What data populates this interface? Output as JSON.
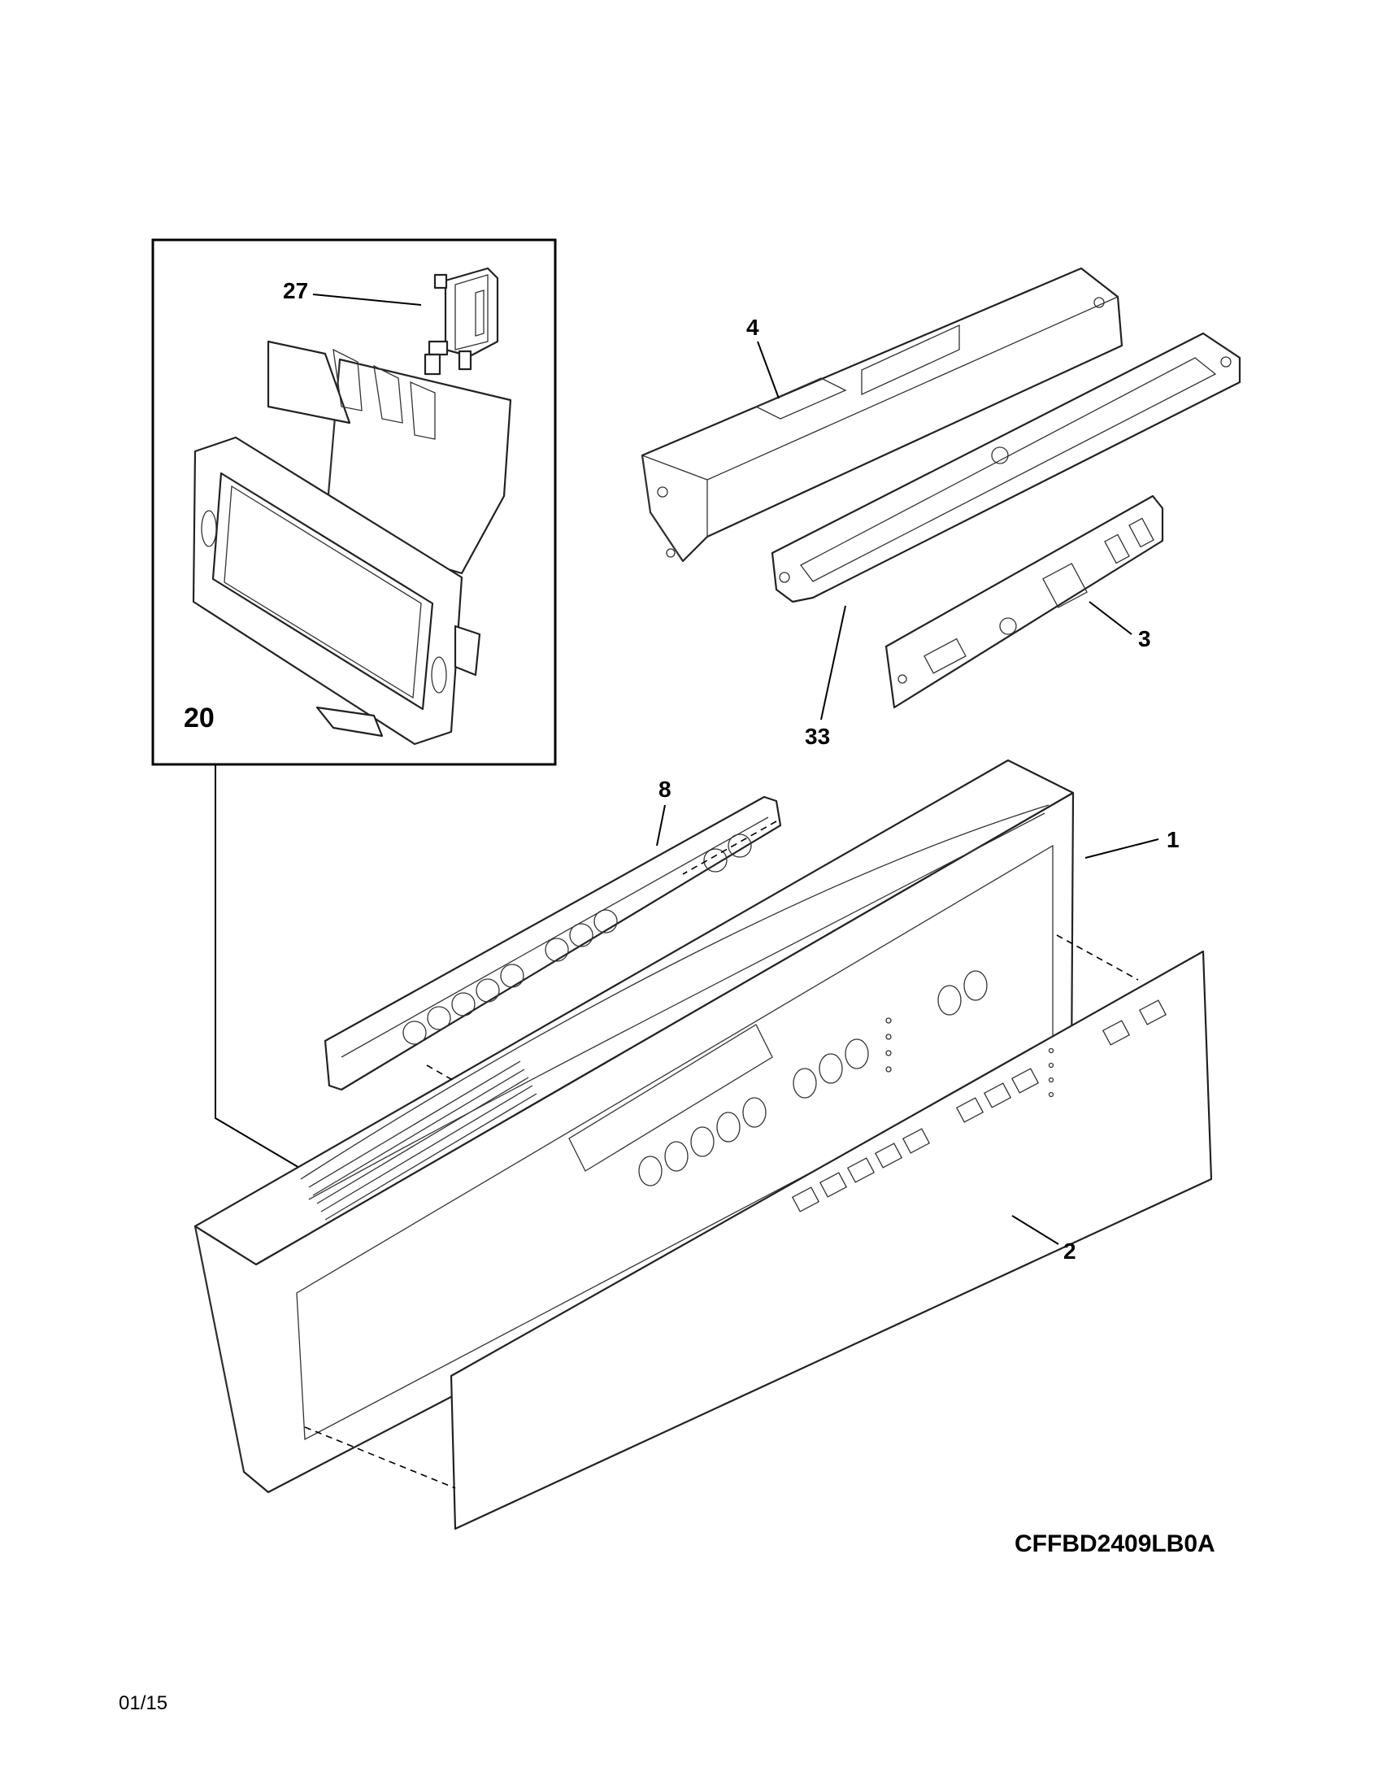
{
  "diagram": {
    "model_number": "CFFBD2409LB0A",
    "date_code": "01/15",
    "callouts": {
      "c27": "27",
      "c20": "20",
      "c4": "4",
      "c3": "3",
      "c33": "33",
      "c8": "8",
      "c1": "1",
      "c2": "2"
    }
  }
}
